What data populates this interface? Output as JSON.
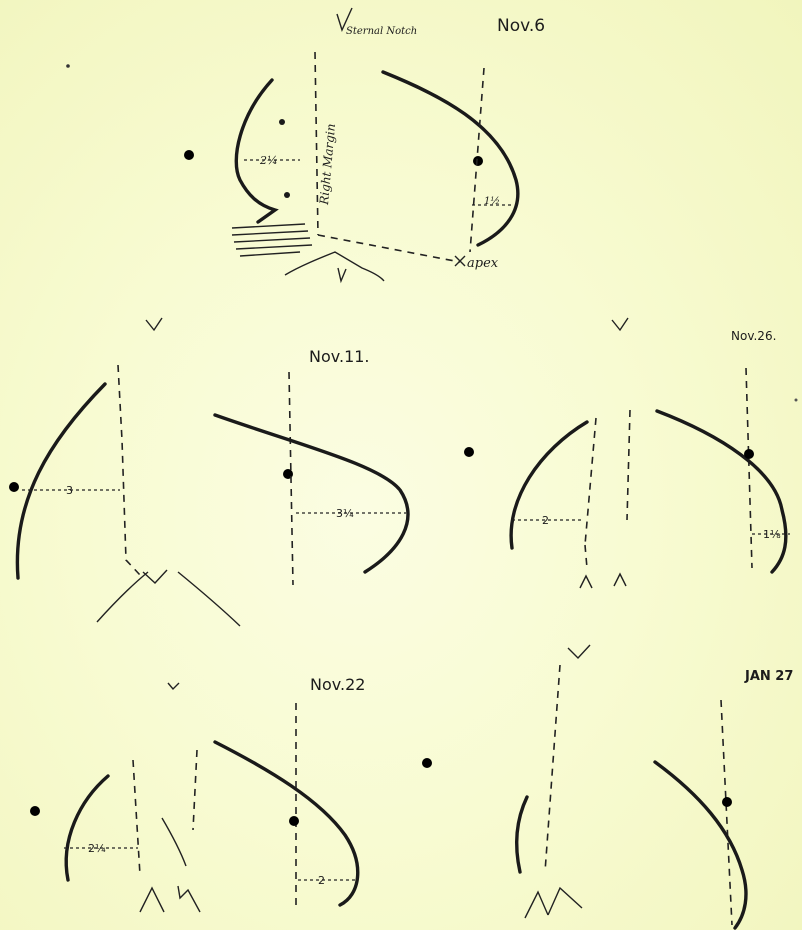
{
  "panels": {
    "nov6": {
      "date": "Nov.6",
      "sternal_notch": "Sternal Notch",
      "right_margin": "Right Margin",
      "measure_right": "2¼",
      "measure_left": "1½",
      "apex": "apex"
    },
    "nov11": {
      "date": "Nov.11.",
      "measure_right": "3",
      "measure_left": "3¼"
    },
    "nov26": {
      "date": "Nov.26.",
      "measure_right": "2",
      "measure_left": "1⅛"
    },
    "nov22": {
      "date": "Nov.22",
      "measure_right": "2¼",
      "measure_left": "2"
    },
    "jan27": {
      "date": "JAN 27"
    }
  }
}
